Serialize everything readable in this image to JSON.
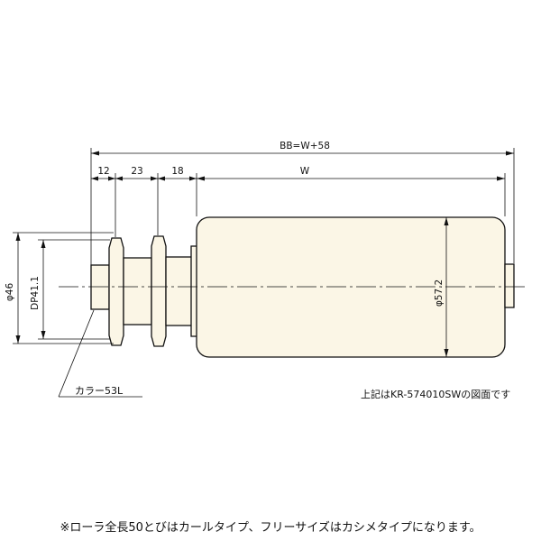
{
  "dimensions": {
    "overall": "BB=W+58",
    "seg1": "12",
    "seg2": "23",
    "seg3": "18",
    "width": "W",
    "shaft_dia": "φ46",
    "pitch_dia": "DP41.1",
    "roller_dia": "φ57.2"
  },
  "labels": {
    "collar": "カラー53L",
    "model_note": "上記はKR-574010SWの図面です"
  },
  "footer": {
    "note": "※ローラ全長50とびはカールタイプ、フリーサイズはカシメタイプになります。"
  },
  "colors": {
    "part_fill": "#fbf6e6",
    "line": "#111111"
  }
}
